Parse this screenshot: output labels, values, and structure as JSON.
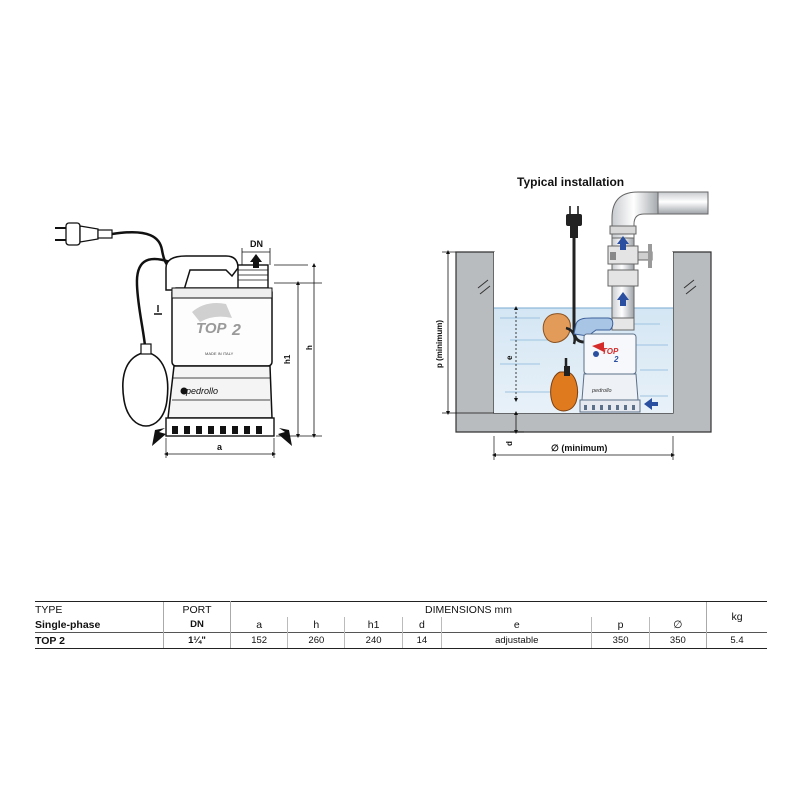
{
  "install_title": "Typical installation",
  "pump": {
    "logo_text": "TOP",
    "logo_number": "2",
    "made_in": "MADE IN ITALY",
    "brand": "pedrollo"
  },
  "dim_labels": {
    "dn": "DN",
    "h1": "h1",
    "h": "h",
    "a": "a",
    "p": "p (minimum)",
    "e": "e",
    "d": "d",
    "side": "∅ (minimum)"
  },
  "table": {
    "head": {
      "type": "TYPE",
      "port": "PORT",
      "dimensions": "DIMENSIONS mm",
      "kg": "kg"
    },
    "subhead": {
      "phase": "Single-phase",
      "dn": "DN",
      "cols": [
        "a",
        "h",
        "h1",
        "d",
        "e",
        "p",
        "∅"
      ]
    },
    "row": {
      "model": "TOP 2",
      "port": "1¼\"",
      "values": [
        "152",
        "260",
        "240",
        "14",
        "adjustable",
        "350",
        "350"
      ],
      "kg": "5.4"
    }
  }
}
